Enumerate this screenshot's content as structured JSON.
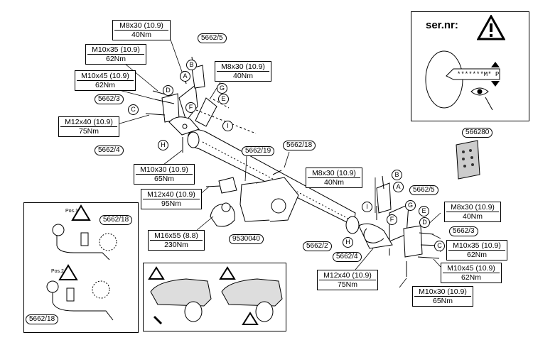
{
  "torque_labels": [
    {
      "id": "tq-m8x30-top",
      "spec": "M8x30 (10.9)",
      "torque": "40Nm"
    },
    {
      "id": "tq-m10x35-top",
      "spec": "M10x35 (10.9)",
      "torque": "62Nm"
    },
    {
      "id": "tq-m10x45-top",
      "spec": "M10x45 (10.9)",
      "torque": "62Nm"
    },
    {
      "id": "tq-m8x30-topright",
      "spec": "M8x30 (10.9)",
      "torque": "40Nm"
    },
    {
      "id": "tq-m12x40-left",
      "spec": "M12x40 (10.9)",
      "torque": "75Nm"
    },
    {
      "id": "tq-m10x30-left",
      "spec": "M10x30 (10.9)",
      "torque": "65Nm"
    },
    {
      "id": "tq-m12x40-mid",
      "spec": "M12x40 (10.9)",
      "torque": "95Nm"
    },
    {
      "id": "tq-m16x55",
      "spec": "M16x55 (8.8)",
      "torque": "230Nm"
    },
    {
      "id": "tq-m8x30-mid",
      "spec": "M8x30 (10.9)",
      "torque": "40Nm"
    },
    {
      "id": "tq-m8x30-right",
      "spec": "M8x30 (10.9)",
      "torque": "40Nm"
    },
    {
      "id": "tq-m10x35-right",
      "spec": "M10x35 (10.9)",
      "torque": "62Nm"
    },
    {
      "id": "tq-m10x45-right",
      "spec": "M10x45 (10.9)",
      "torque": "62Nm"
    },
    {
      "id": "tq-m12x40-bottom",
      "spec": "M12x40 (10.9)",
      "torque": "75Nm"
    },
    {
      "id": "tq-m10x30-bottom",
      "spec": "M10x30 (10.9)",
      "torque": "65Nm"
    }
  ],
  "part_labels": {
    "p5662_5_top": "5662/5",
    "p5662_3_left": "5662/3",
    "p5662_4_left": "5662/4",
    "p5662_19": "5662/19",
    "p5662_18_mid": "5662/18",
    "p566280": "566280",
    "p5662_5_right": "5662/5",
    "p5662_3_right": "5662/3",
    "p5662_2": "5662/2",
    "p5662_4_right": "5662/4",
    "p9530040": "9530040",
    "p5662_18_inset1": "5662/18",
    "p5662_18_inset2": "5662/18"
  },
  "letters_top": [
    "A",
    "B",
    "C",
    "D",
    "E",
    "F",
    "G",
    "H",
    "I"
  ],
  "letters_right": [
    "A",
    "B",
    "C",
    "D",
    "E",
    "F",
    "G",
    "H",
    "I"
  ],
  "inset": {
    "pos1": "Pos.1",
    "pos2": "Pos.2"
  },
  "serial_panel": {
    "title": "ser.nr:",
    "code": "*******M* P"
  },
  "colors": {
    "line": "#000000",
    "tube_fill": "#ffffff",
    "shade": "#cfcfcf",
    "warning": "#ffffff"
  },
  "icons": [
    "warning-icon",
    "eye-icon",
    "bumper-view-icon"
  ]
}
